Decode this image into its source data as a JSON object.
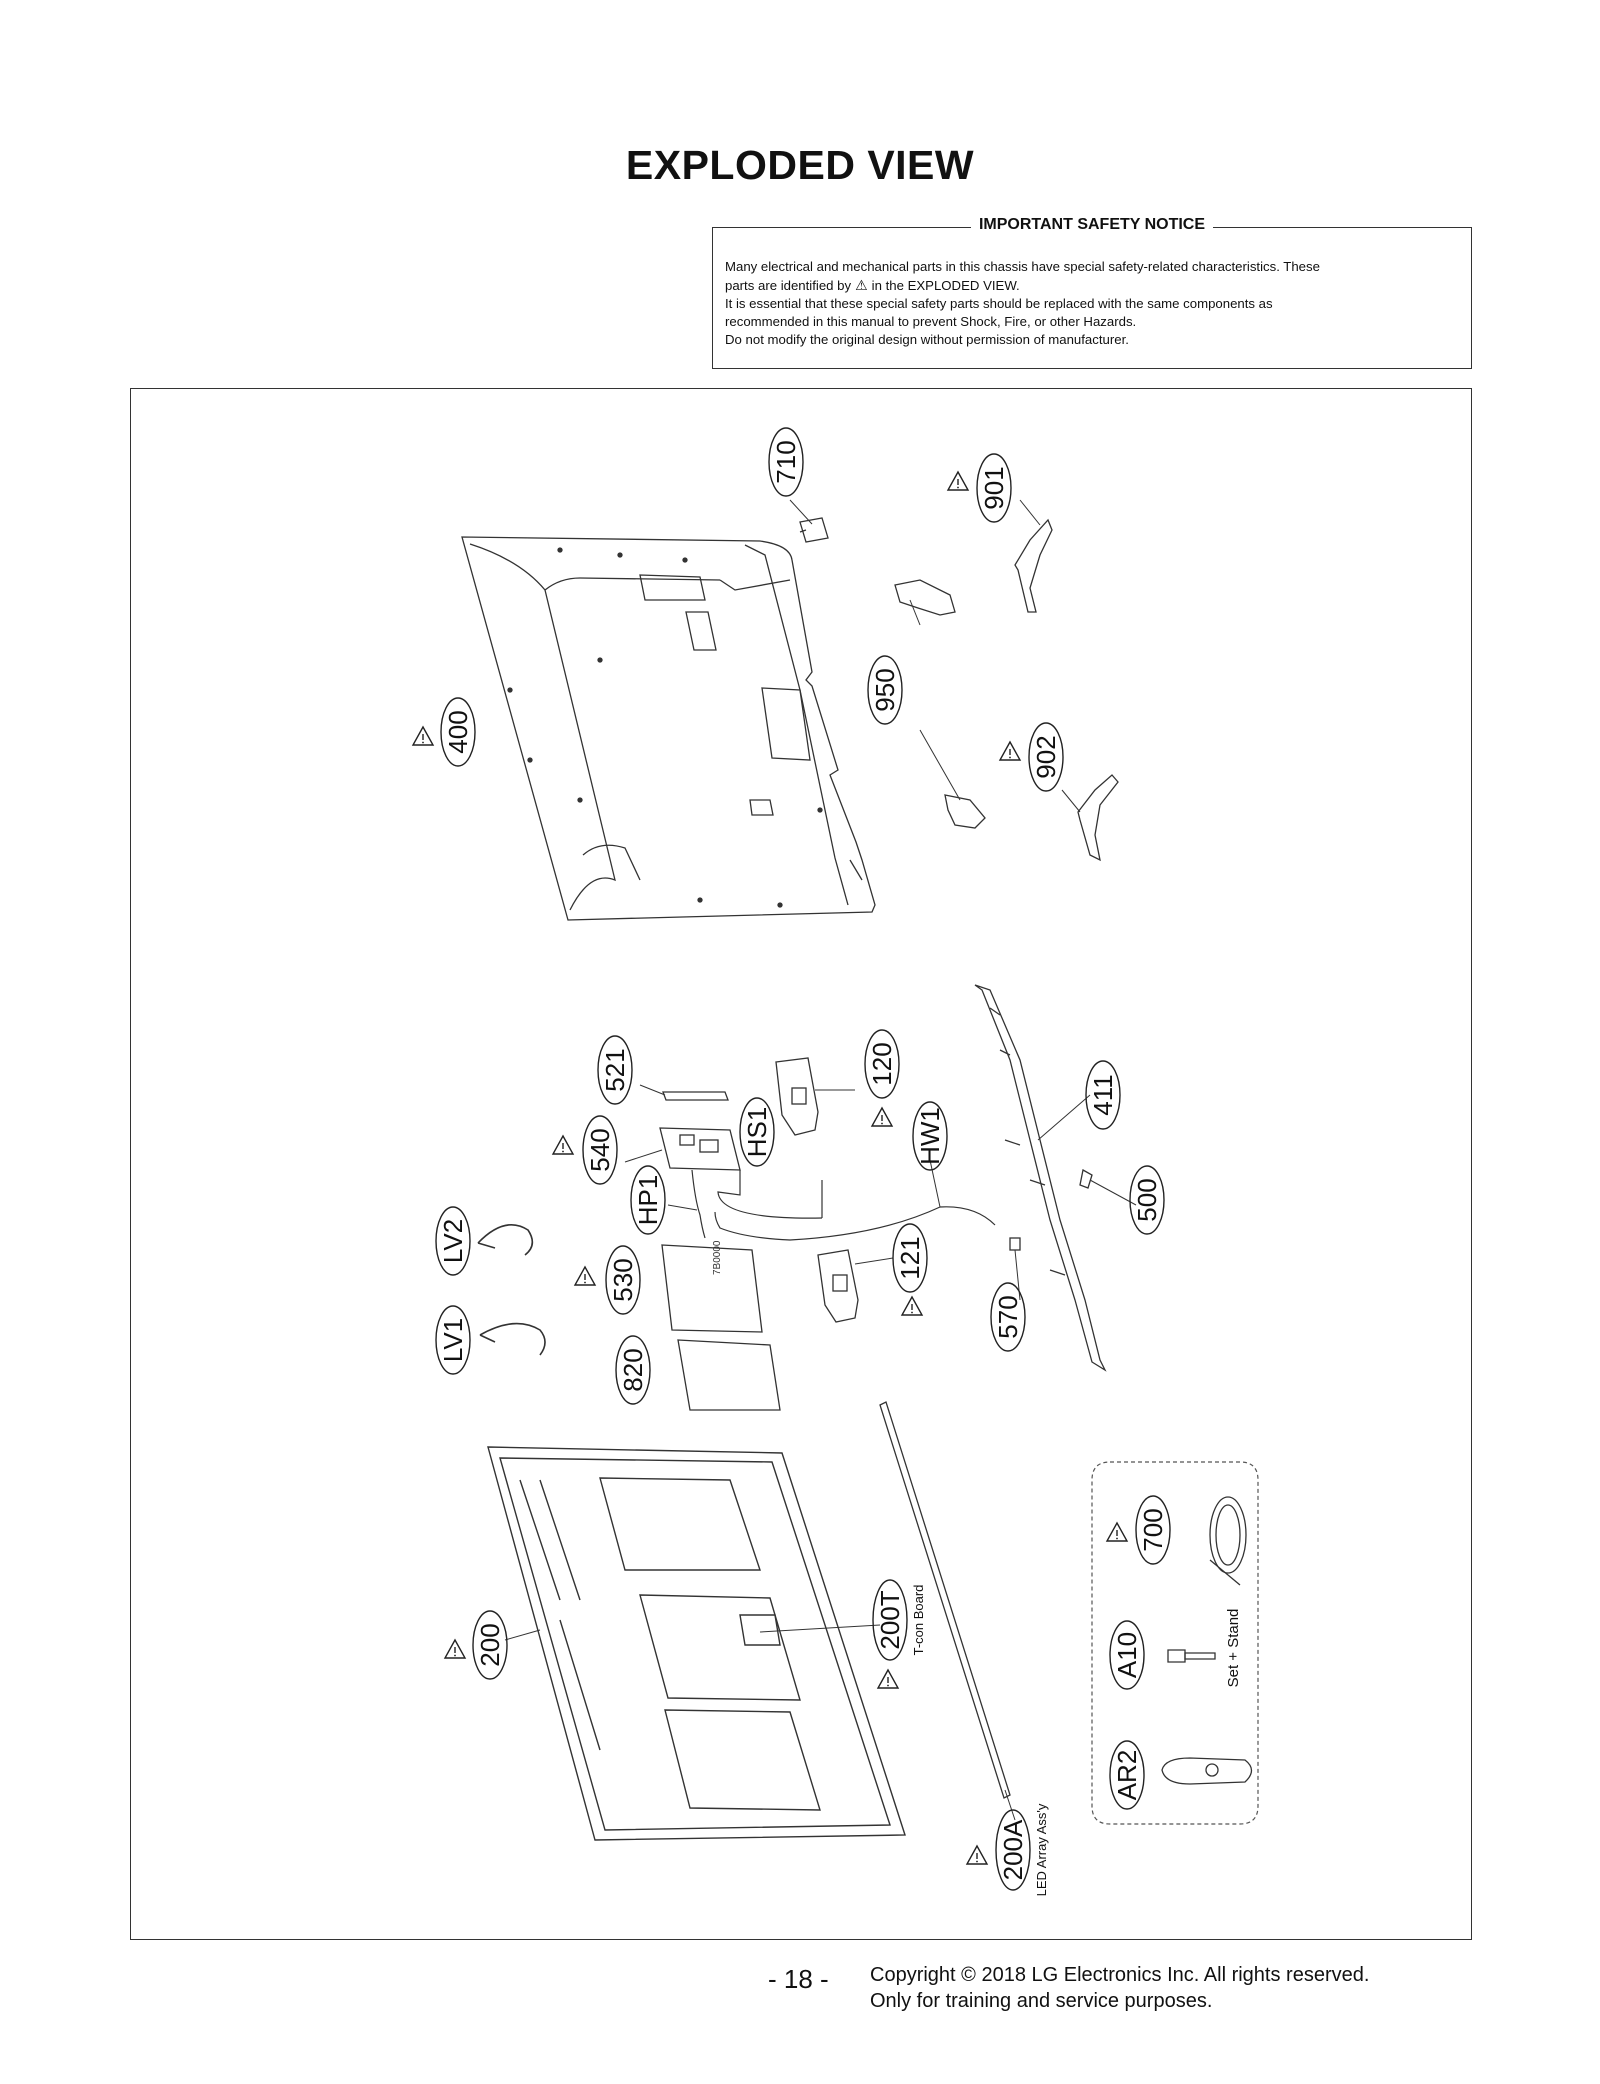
{
  "page": {
    "title": "EXPLODED VIEW",
    "page_number": "- 18 -",
    "copyright_line1": "Copyright © 2018 LG Electronics Inc. All rights reserved.",
    "copyright_line2": "Only for training and service purposes."
  },
  "notice": {
    "heading": "IMPORTANT SAFETY NOTICE",
    "line1": "Many electrical and mechanical parts in this chassis have special safety-related characteristics. These",
    "line2a": "parts are identified by",
    "line2b": "in the EXPLODED VIEW.",
    "line3": "It is essential that these special safety parts should be replaced with the same components as",
    "line4": "recommended in this manual to prevent Shock, Fire, or other Hazards.",
    "line5": "Do not modify the original design without permission of manufacturer.",
    "warning_icon": "warning-triangle-icon"
  },
  "parts": {
    "p710": "710",
    "p901": "901",
    "p950": "950",
    "p902": "902",
    "p400": "400",
    "p521": "521",
    "p120": "120",
    "p540": "540",
    "pHS1": "HS1",
    "pHW1": "HW1",
    "p411": "411",
    "pHP1": "HP1",
    "p500": "500",
    "pLV2": "LV2",
    "p530": "530",
    "p121": "121",
    "p570": "570",
    "pLV1": "LV1",
    "p820": "820",
    "p700": "700",
    "p200T": "200T",
    "p200": "200",
    "pA10": "A10",
    "pAR2": "AR2",
    "p200A": "200A"
  },
  "labels": {
    "tcon": "T-con Board",
    "led": "LED Array Ass'y",
    "set_stand": "Set + Stand"
  }
}
